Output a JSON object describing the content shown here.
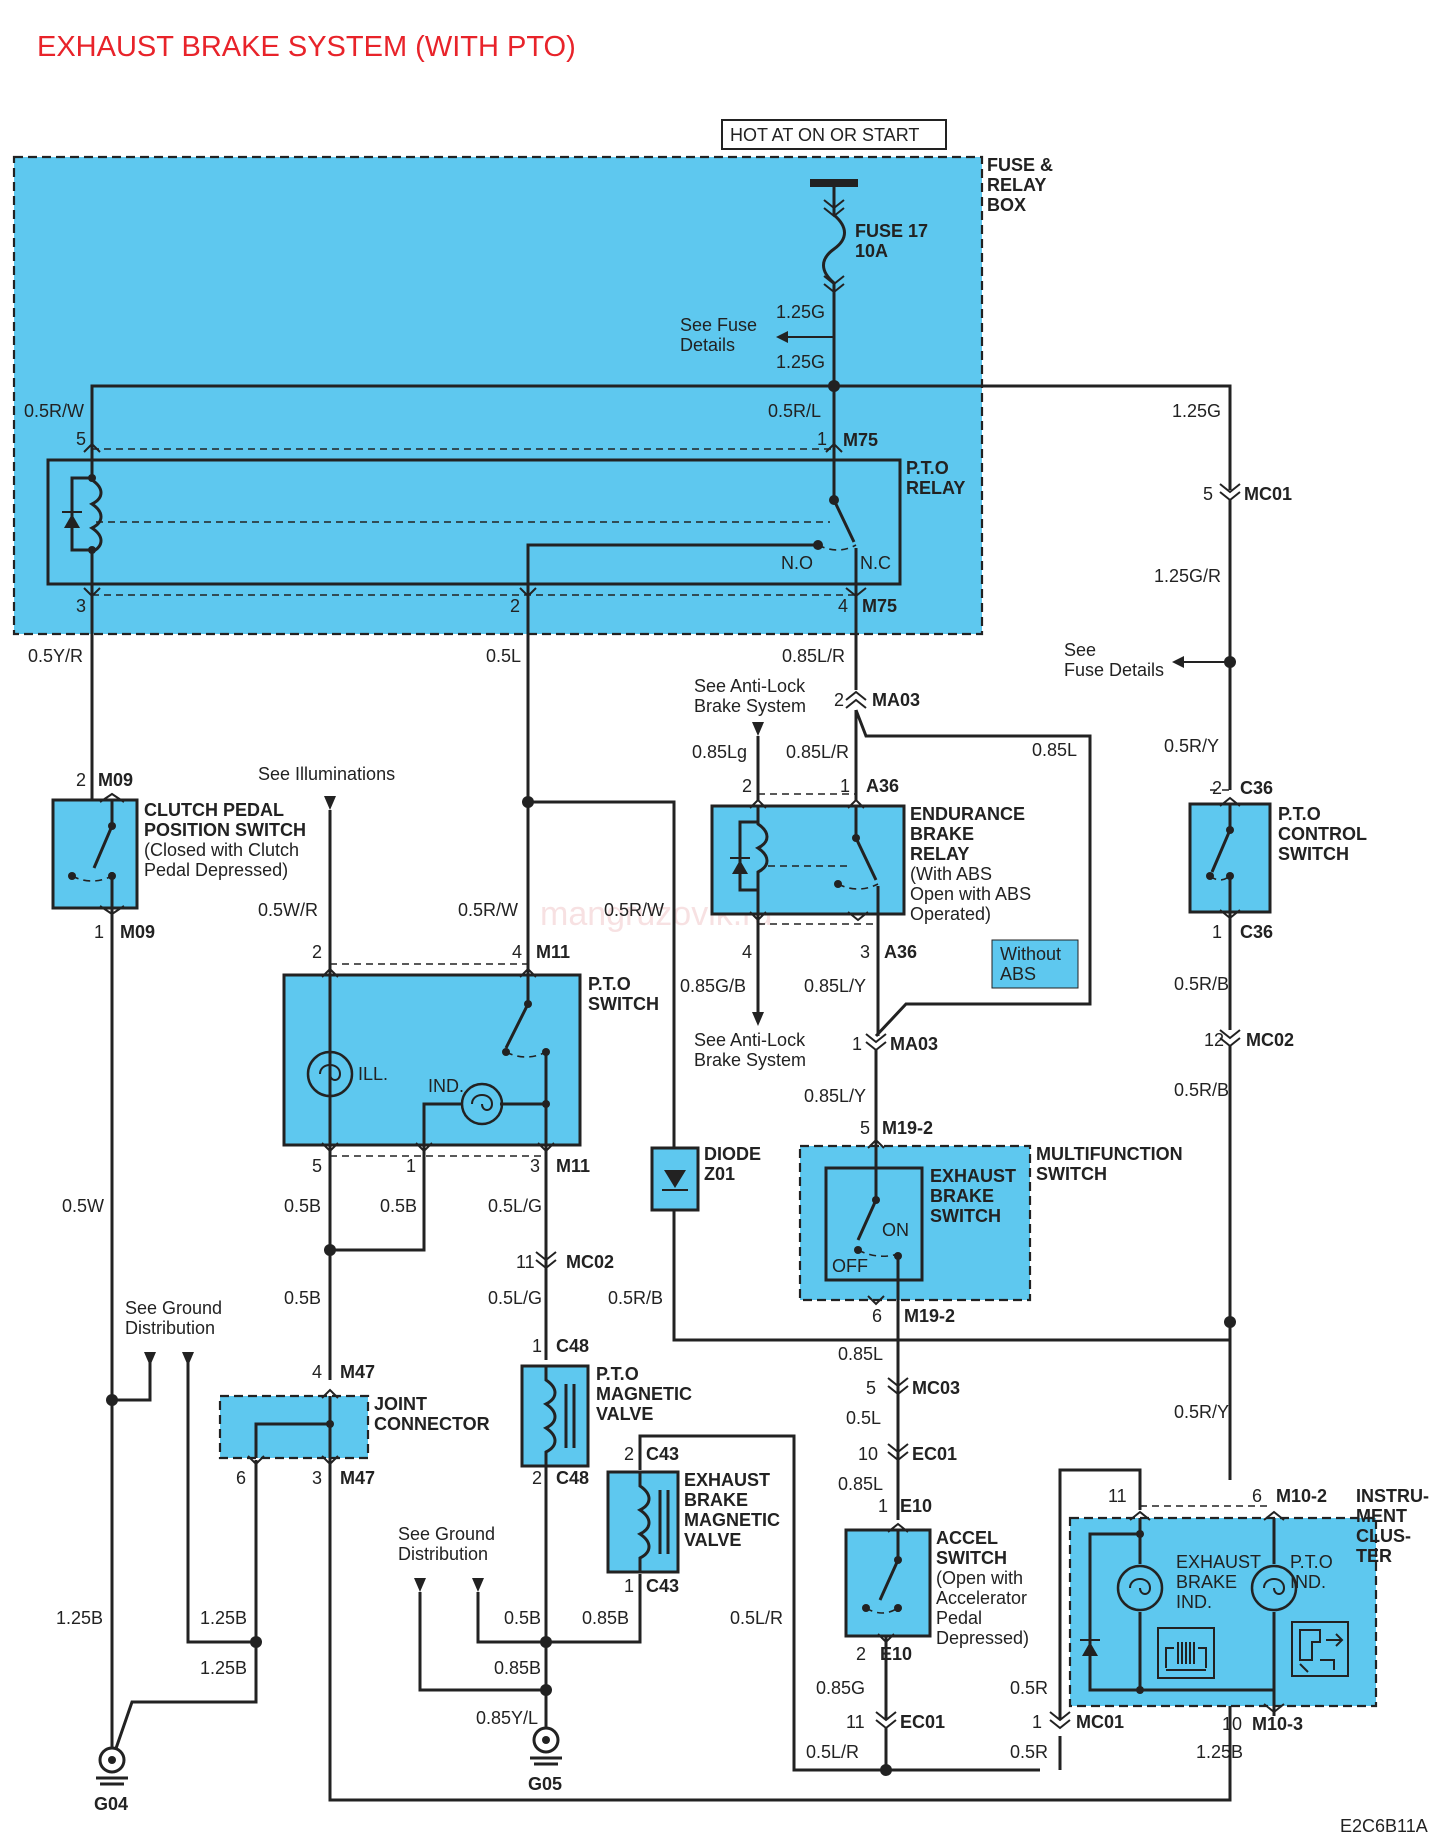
{
  "title": "EXHAUST BRAKE SYSTEM (WITH PTO)",
  "hot_label": "HOT AT ON OR START",
  "fuse_box": {
    "l1": "FUSE &",
    "l2": "RELAY",
    "l3": "BOX"
  },
  "fuse": {
    "l1": "FUSE 17",
    "l2": "10A"
  },
  "see_fuse_1": {
    "l1": "See Fuse",
    "l2": "Details"
  },
  "see_fuse_2": {
    "l1": "See",
    "l2": "Fuse Details"
  },
  "pto_relay": {
    "l1": "P.T.O",
    "l2": "RELAY",
    "no": "N.O",
    "nc": "N.C"
  },
  "clutch": {
    "l1": "CLUTCH PEDAL",
    "l2": "POSITION SWITCH",
    "l3": "(Closed with Clutch",
    "l4": "Pedal Depressed)"
  },
  "pto_switch": {
    "l1": "P.T.O",
    "l2": "SWITCH",
    "ill": "ILL.",
    "ind": "IND."
  },
  "endurance": {
    "l1": "ENDURANCE",
    "l2": "BRAKE",
    "l3": "RELAY",
    "l4": "(With ABS",
    "l5": "Open with ABS",
    "l6": "Operated)"
  },
  "without_abs": {
    "l1": "Without",
    "l2": "ABS"
  },
  "see_abs_1": {
    "l1": "See Anti-Lock",
    "l2": "Brake System"
  },
  "see_abs_2": {
    "l1": "See Anti-Lock",
    "l2": "Brake System"
  },
  "pto_control": {
    "l1": "P.T.O",
    "l2": "CONTROL",
    "l3": "SWITCH"
  },
  "see_illum": "See Illuminations",
  "diode": {
    "l1": "DIODE",
    "l2": "Z01"
  },
  "multifunction": {
    "l1": "MULTIFUNCTION",
    "l2": "SWITCH"
  },
  "exhaust_switch": {
    "l1": "EXHAUST",
    "l2": "BRAKE",
    "l3": "SWITCH",
    "on": "ON",
    "off": "OFF"
  },
  "joint": {
    "l1": "JOINT",
    "l2": "CONNECTOR"
  },
  "pto_valve": {
    "l1": "P.T.O",
    "l2": "MAGNETIC",
    "l3": "VALVE"
  },
  "exh_valve": {
    "l1": "EXHAUST",
    "l2": "BRAKE",
    "l3": "MAGNETIC",
    "l4": "VALVE"
  },
  "accel": {
    "l1": "ACCEL",
    "l2": "SWITCH",
    "l3": "(Open with",
    "l4": "Accelerator",
    "l5": "Pedal",
    "l6": "Depressed)"
  },
  "cluster": {
    "l1": "INSTRU-",
    "l2": "MENT",
    "l3": "CLUS-",
    "l4": "TER",
    "exh1": "EXHAUST",
    "exh2": "BRAKE",
    "exh3": "IND.",
    "pto1": "P.T.O",
    "pto2": "IND."
  },
  "see_ground_1": {
    "l1": "See Ground",
    "l2": "Distribution"
  },
  "see_ground_2": {
    "l1": "See Ground",
    "l2": "Distribution"
  },
  "grounds": {
    "g04": "G04",
    "g05": "G05"
  },
  "code": "E2C6B11A",
  "watermark": "mangruzovik.ru",
  "wires": {
    "w125g_a": "1.25G",
    "w125g_b": "1.25G",
    "w125g_c": "1.25G",
    "w05rw_a": "0.5R/W",
    "w05rl": "0.5R/L",
    "w125gr": "1.25G/R",
    "w05yr": "0.5Y/R",
    "w05l": "0.5L",
    "w085lr_a": "0.85L/R",
    "w085lg": "0.85Lg",
    "w085lr_b": "0.85L/R",
    "w085l_a": "0.85L",
    "w05ry": "0.5R/Y",
    "w05wr": "0.5W/R",
    "w05rw_b": "0.5R/W",
    "w05rw_c": "0.5R/W",
    "w085gb": "0.85G/B",
    "w085ly_a": "0.85L/Y",
    "w085ly_b": "0.85L/Y",
    "w05rb_a": "0.5R/B",
    "w05rb_b": "0.5R/B",
    "w05w": "0.5W",
    "w05b_a": "0.5B",
    "w05b_b": "0.5B",
    "w05b_c": "0.5B",
    "w05lg_a": "0.5L/G",
    "w05lg_b": "0.5L/G",
    "w05rb_c": "0.5R/B",
    "w085l_b": "0.85L",
    "w05l_b": "0.5L",
    "w085l_c": "0.85L",
    "w05ry_b": "0.5R/Y",
    "w125b_a": "1.25B",
    "w125b_b": "1.25B",
    "w125b_c": "1.25B",
    "w05b_d": "0.5B",
    "w085b_a": "0.85B",
    "w085b_b": "0.85B",
    "w085yl": "0.85Y/L",
    "w05lr": "0.5L/R",
    "w085g": "0.85G",
    "w05lr_b": "0.5L/R",
    "w05r_a": "0.5R",
    "w05r_b": "0.5R",
    "w125b_d": "1.25B"
  },
  "connectors": {
    "m75": "M75",
    "mc01": "MC01",
    "ma03": "MA03",
    "m09": "M09",
    "a36": "A36",
    "c36": "C36",
    "m11": "M11",
    "mc02": "MC02",
    "m19": "M19-2",
    "mc03": "MC03",
    "ec01": "EC01",
    "e10": "E10",
    "m47": "M47",
    "c48": "C48",
    "c43": "C43",
    "m102": "M10-2",
    "m103": "M10-3"
  },
  "pins": {
    "p1": "1",
    "p2": "2",
    "p3": "3",
    "p4": "4",
    "p5": "5",
    "p6": "6",
    "p10": "10",
    "p11": "11",
    "p12": "12"
  }
}
